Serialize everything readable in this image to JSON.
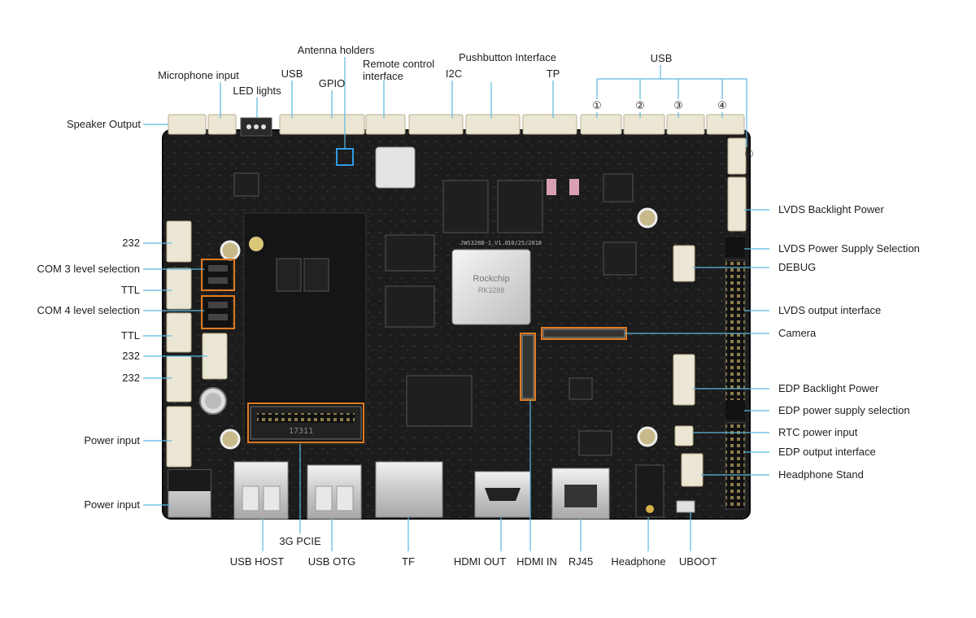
{
  "diagram": {
    "labels": {
      "antenna_holders": "Antenna holders",
      "microphone_input": "Microphone input",
      "usb_top": "USB",
      "led_lights": "LED lights",
      "gpio": "GPIO",
      "remote_control": "Remote control\ninterface",
      "pushbutton_interface": "Pushbutton Interface",
      "i2c": "I2C",
      "tp": "TP",
      "usb_group": "USB",
      "usb_1": "①",
      "usb_2": "②",
      "usb_3": "③",
      "usb_4": "④",
      "usb_5": "⑤",
      "speaker_output": "Speaker Output",
      "lvds_backlight_power": "LVDS Backlight Power",
      "rs232_1": "232",
      "lvds_power_supply_selection": "LVDS Power Supply Selection",
      "com3_level_selection": "COM 3 level selection",
      "debug": "DEBUG",
      "ttl_1": "TTL",
      "com4_level_selection": "COM 4 level selection",
      "lvds_output_interface": "LVDS output interface",
      "ttl_2": "TTL",
      "camera": "Camera",
      "rs232_2": "232",
      "rs232_3": "232",
      "edp_backlight_power": "EDP Backlight Power",
      "edp_power_supply_selection": "EDP power supply selection",
      "power_input_1": "Power input",
      "rtc_power_input": "RTC power input",
      "edp_output_interface": "EDP output interface",
      "headphone_stand": "Headphone Stand",
      "power_input_2": "Power input",
      "pcie_3g": "3G PCIE",
      "usb_host": "USB HOST",
      "usb_otg": "USB OTG",
      "tf": "TF",
      "hdmi_out": "HDMI OUT",
      "hdmi_in": "HDMI IN",
      "rj45": "RJ45",
      "headphone": "Headphone",
      "uboot": "UBOOT"
    },
    "board_marks": {
      "soc_brand": "Rockchip",
      "soc_model": "RK3288",
      "board_id": "JWS3288-1_V1.0",
      "board_date": "10/25/2018",
      "pcie_mark": "17311"
    }
  }
}
